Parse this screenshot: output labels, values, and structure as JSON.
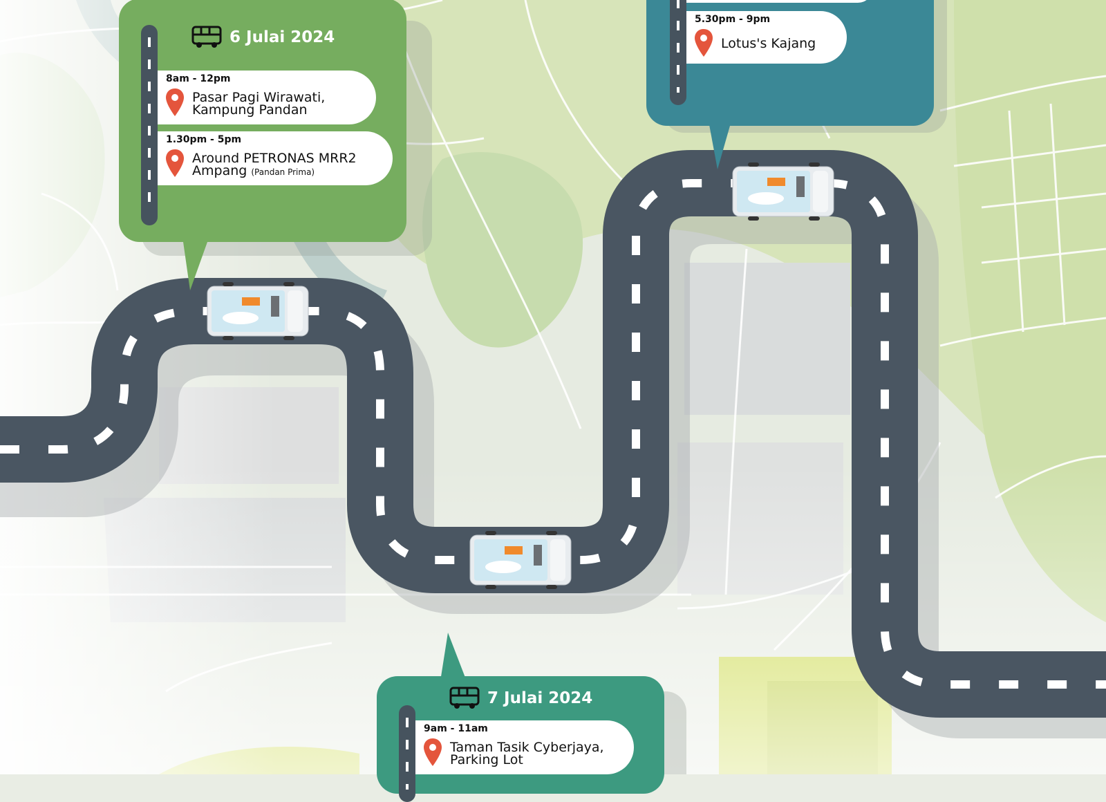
{
  "colors": {
    "map_background": "#e9ede4",
    "road": "#4a5662",
    "card_6_julai": "#76ad5f",
    "card_7_julai": "#3d9a80",
    "card_top_right": "#3b8896",
    "pin": "#e4553c"
  },
  "cards": [
    {
      "id": "6-julai",
      "icon": "bus-icon",
      "date": "6 Julai 2024",
      "stops": [
        {
          "time": "8am - 12pm",
          "place_line1": "Pasar Pagi Wirawati,",
          "place_line2": "Kampung Pandan",
          "place_note": ""
        },
        {
          "time": "1.30pm - 5pm",
          "place_line1": "Around PETRONAS MRR2",
          "place_line2": "Ampang",
          "place_note": "(Pandan Prima)"
        }
      ]
    },
    {
      "id": "top-right",
      "icon": "",
      "date": "",
      "stops": [
        {
          "time": "5.30pm - 9pm",
          "place_line1": "Lotus's Kajang",
          "place_line2": "",
          "place_note": ""
        }
      ]
    },
    {
      "id": "7-julai",
      "icon": "bus-icon",
      "date": "7 Julai 2024",
      "stops": [
        {
          "time": "9am - 11am",
          "place_line1": "Taman Tasik Cyberjaya,",
          "place_line2": "Parking Lot",
          "place_note": ""
        }
      ]
    }
  ]
}
